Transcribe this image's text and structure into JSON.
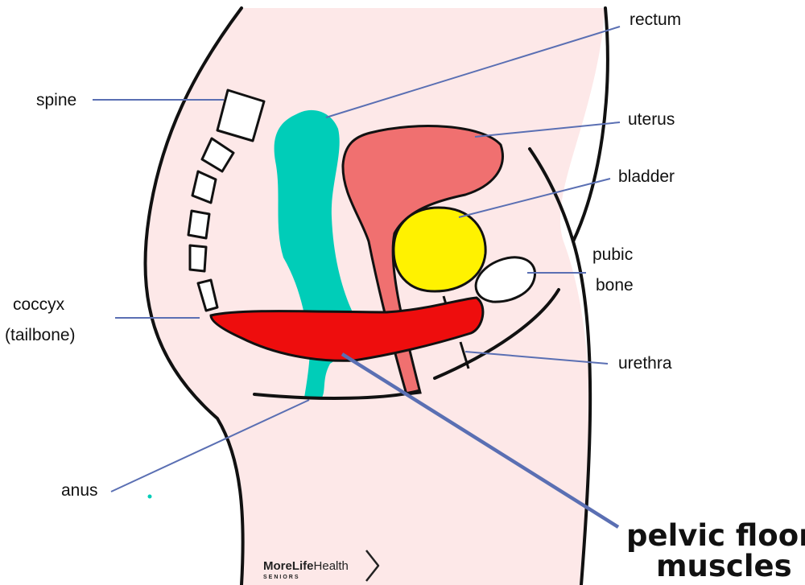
{
  "labels": {
    "rectum": "rectum",
    "spine": "spine",
    "uterus": "uterus",
    "bladder": "bladder",
    "pubic_line1": "pubic",
    "pubic_line2": "bone",
    "coccyx_line1": "coccyx",
    "coccyx_line2": "(tailbone)",
    "urethra": "urethra",
    "anus": "anus",
    "pelvic_line1": "pelvic floor",
    "pelvic_line2": "muscles"
  },
  "logo": {
    "bold": "More",
    "mid": "Life",
    "light": "Health",
    "sub": "SENIORS"
  },
  "colors": {
    "body": "#fde8e8",
    "rectum": "#00cdb8",
    "uterus": "#f07070",
    "bladder": "#fff200",
    "pubic_bone": "#ffffff",
    "pelvic_floor": "#ee0d0d",
    "leader": "#5a6fb3"
  }
}
